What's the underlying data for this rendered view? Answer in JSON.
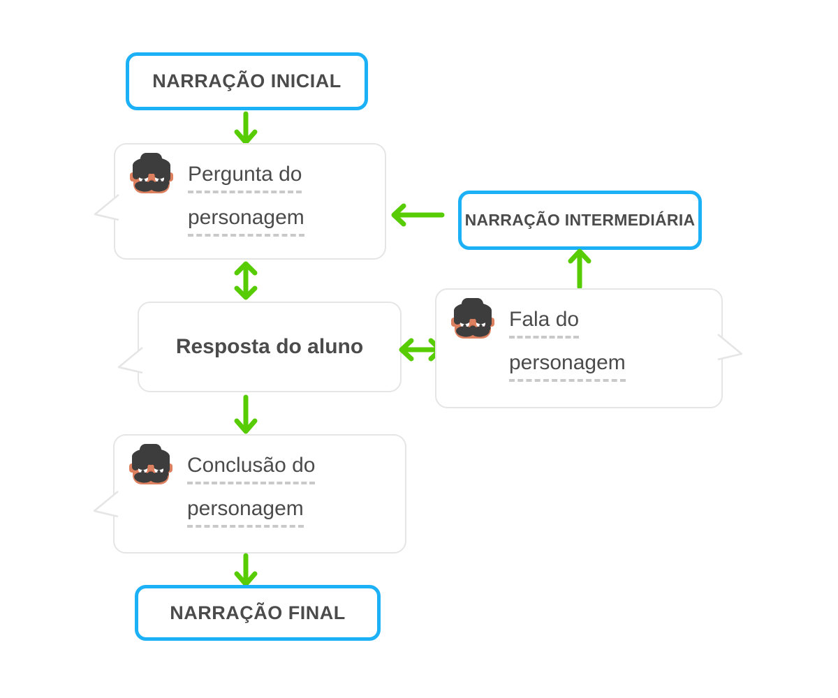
{
  "palette": {
    "blue": "#1cb0f6",
    "green": "#58cc02",
    "text": "#4b4b4b",
    "bubble_border": "#e5e5e5",
    "dash": "#c9c9c9",
    "skin": "#dd805f",
    "hair": "#3d3d3d",
    "background": "#ffffff"
  },
  "icons": {
    "character_avatar": "mustached-man-avatar",
    "arrow": "green-arrow"
  },
  "nodes": {
    "narracao_inicial": {
      "label": "NARRAÇÃO INICIAL"
    },
    "pergunta": {
      "line1": "Pergunta do",
      "line2": "personagem"
    },
    "narracao_intermediaria": {
      "label": "NARRAÇÃO INTERMEDIÁRIA"
    },
    "resposta": {
      "label": "Resposta do aluno"
    },
    "fala": {
      "line1": "Fala do",
      "line2": "personagem"
    },
    "conclusao": {
      "line1": "Conclusão do",
      "line2": "personagem"
    },
    "narracao_final": {
      "label": "NARRAÇÃO FINAL"
    }
  },
  "edges": [
    {
      "from": "narracao_inicial",
      "to": "pergunta",
      "direction": "down"
    },
    {
      "from": "pergunta",
      "to": "resposta",
      "direction": "bidirectional-vertical"
    },
    {
      "from": "narracao_intermediaria",
      "to": "pergunta",
      "direction": "left"
    },
    {
      "from": "fala",
      "to": "narracao_intermediaria",
      "direction": "up"
    },
    {
      "from": "resposta",
      "to": "fala",
      "direction": "bidirectional-horizontal"
    },
    {
      "from": "resposta",
      "to": "conclusao",
      "direction": "down"
    },
    {
      "from": "conclusao",
      "to": "narracao_final",
      "direction": "down"
    }
  ]
}
